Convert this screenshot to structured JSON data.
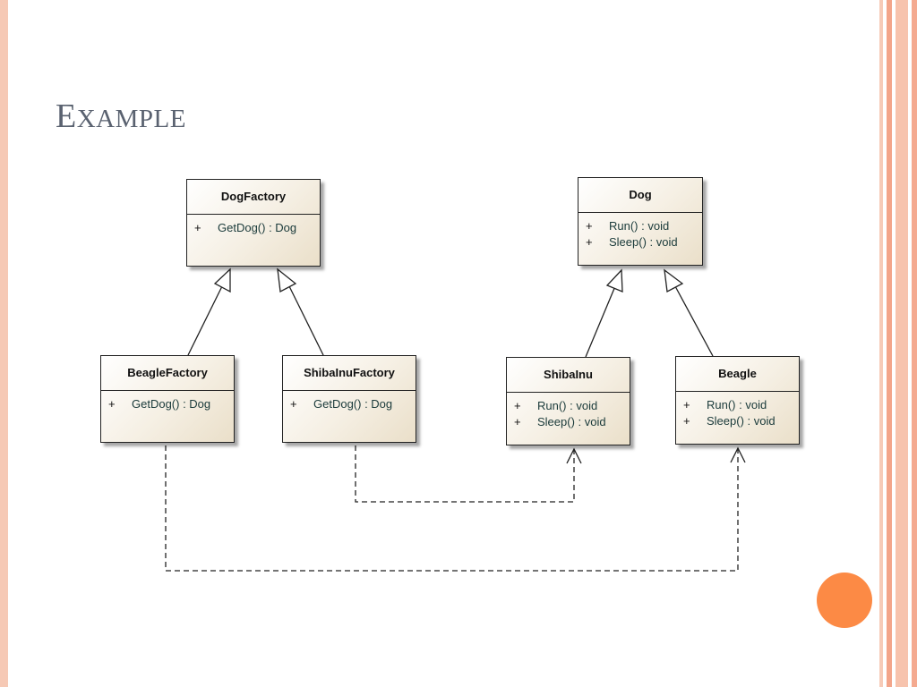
{
  "slide": {
    "title_first": "E",
    "title_rest": "XAMPLE"
  },
  "classes": {
    "dogfactory": {
      "name": "DogFactory",
      "ops": [
        {
          "vis": "+",
          "sig": "GetDog() : Dog"
        }
      ]
    },
    "dog": {
      "name": "Dog",
      "ops": [
        {
          "vis": "+",
          "sig": "Run() : void"
        },
        {
          "vis": "+",
          "sig": "Sleep() : void"
        }
      ]
    },
    "beaglefactory": {
      "name": "BeagleFactory",
      "ops": [
        {
          "vis": "+",
          "sig": "GetDog() : Dog"
        }
      ]
    },
    "shibainufactory": {
      "name": "ShibaInuFactory",
      "ops": [
        {
          "vis": "+",
          "sig": "GetDog() : Dog"
        }
      ]
    },
    "shibainu": {
      "name": "ShibaInu",
      "ops": [
        {
          "vis": "+",
          "sig": "Run() : void"
        },
        {
          "vis": "+",
          "sig": "Sleep() : void"
        }
      ]
    },
    "beagle": {
      "name": "Beagle",
      "ops": [
        {
          "vis": "+",
          "sig": "Run() : void"
        },
        {
          "vis": "+",
          "sig": "Sleep() : void"
        }
      ]
    }
  },
  "relations": [
    {
      "type": "generalization",
      "from": "BeagleFactory",
      "to": "DogFactory"
    },
    {
      "type": "generalization",
      "from": "ShibaInuFactory",
      "to": "DogFactory"
    },
    {
      "type": "generalization",
      "from": "ShibaInu",
      "to": "Dog"
    },
    {
      "type": "generalization",
      "from": "Beagle",
      "to": "Dog"
    },
    {
      "type": "dependency",
      "from": "ShibaInuFactory",
      "to": "ShibaInu"
    },
    {
      "type": "dependency",
      "from": "BeagleFactory",
      "to": "Beagle"
    }
  ],
  "colors": {
    "accent": "#fc8a45",
    "border_light": "#f7c3ad",
    "border_dark": "#f3a58a",
    "title": "#5a6270"
  }
}
